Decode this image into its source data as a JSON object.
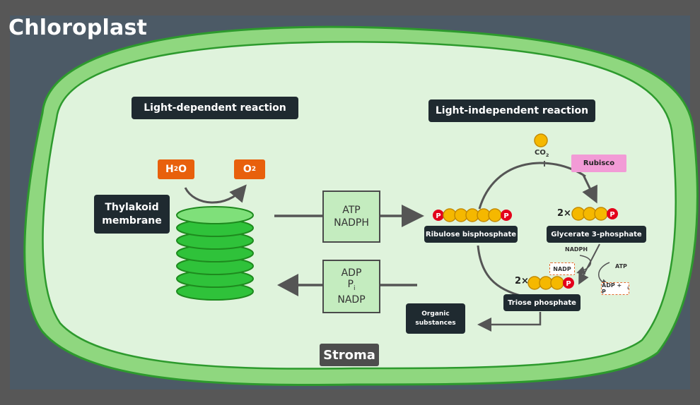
{
  "title": "Chloroplast",
  "stroma": "Stroma",
  "light_dependent": "Light-dependent reaction",
  "light_independent": "Light-independent reaction",
  "thylakoid": {
    "line1": "Thylakoid",
    "line2": "membrane"
  },
  "water": {
    "main": "H",
    "sub": "2",
    "tail": "O"
  },
  "oxygen": {
    "main": "O",
    "sub": "2"
  },
  "to_calvin": {
    "line1": "ATP",
    "line2": "NADPH"
  },
  "from_calvin": {
    "line1": "ADP",
    "line2_main": "P",
    "line2_sub": "i",
    "line3": "NADP"
  },
  "co2": {
    "main": "CO",
    "sub": "2"
  },
  "rubisco": "Rubisco",
  "rubp": "Ribulose bisphosphate",
  "g3p": "Glycerate 3-phosphate",
  "triose": "Triose phosphate",
  "organic": {
    "line1": "Organic",
    "line2": "substances"
  },
  "nadph_small": "NADPH",
  "atp_small": "ATP",
  "nadp_small": "NADP",
  "adp_pi": {
    "main": "ADP + P",
    "sub": "i"
  },
  "mult_g3p": "2×",
  "mult_triose": "2×",
  "phosphate": "P",
  "colors": {
    "outer_membrane": "#8fd77f",
    "stroma": "#dff3dc",
    "thylakoid": "#2fc23a",
    "carbon": "#f5b800",
    "phosphate": "#e3001b",
    "rubisco": "#f29bd6"
  }
}
